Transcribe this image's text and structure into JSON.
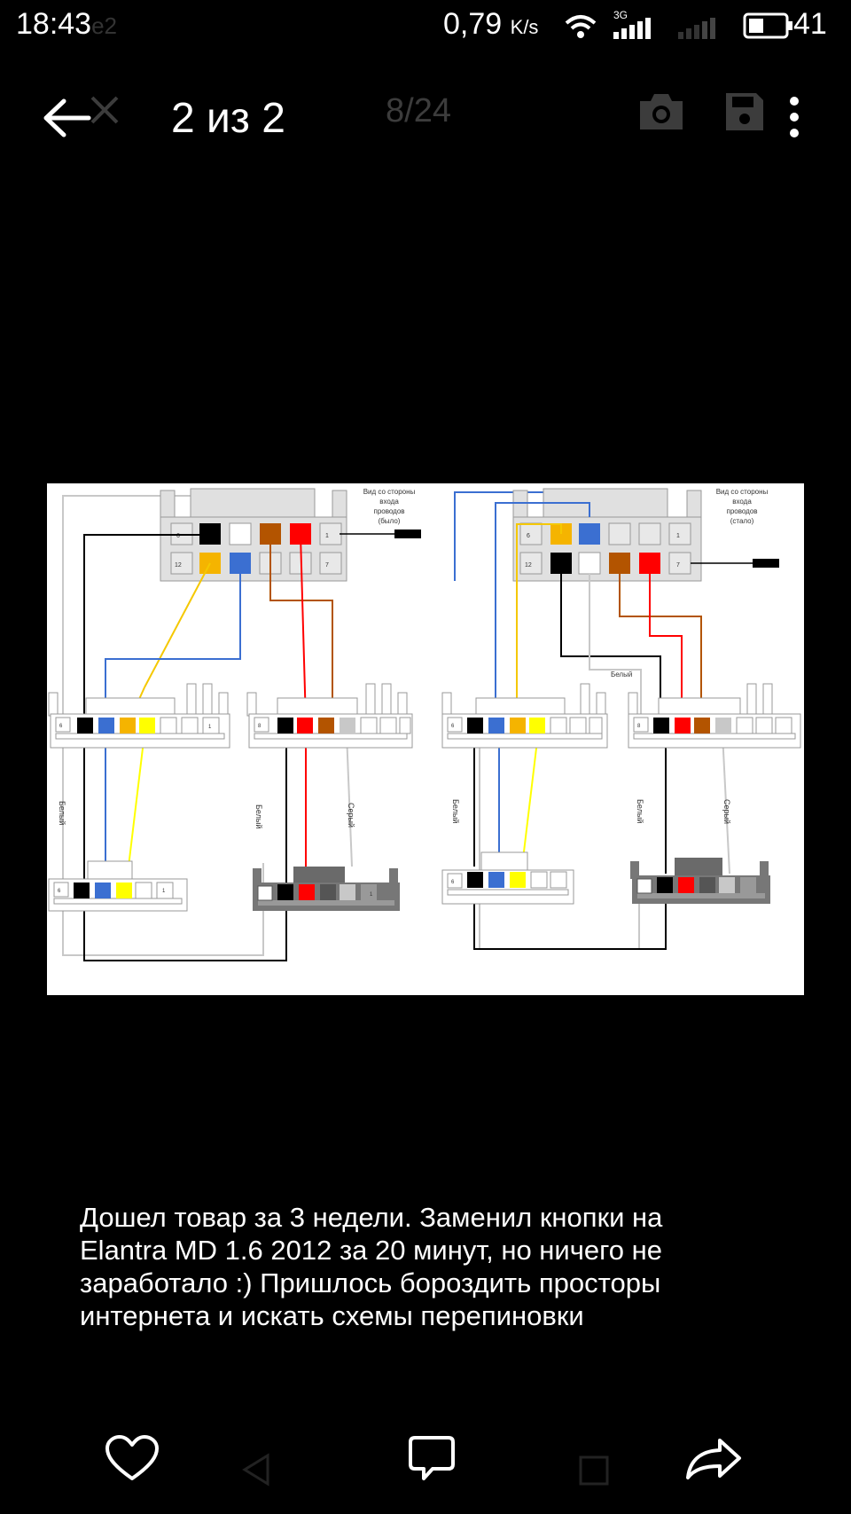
{
  "status_bar": {
    "time": "18:43",
    "ghost_text": "e2",
    "speed": "0,79",
    "speed_unit": "K/s",
    "network": "3G",
    "battery": "41"
  },
  "header": {
    "counter": "2 из 2",
    "page_indicator": "8/24"
  },
  "diagram": {
    "left_note": [
      "Вид со стороны",
      "входа",
      "проводов",
      "(было)"
    ],
    "right_note": [
      "Вид со стороны",
      "входа",
      "проводов",
      "(стало)"
    ],
    "pin_numbers": [
      "6",
      "1",
      "12",
      "7",
      "8"
    ],
    "wire_labels": {
      "white": "Белый",
      "gray": "Серый"
    },
    "colors": {
      "black": "#000000",
      "white": "#ffffff",
      "brown": "#b35400",
      "red": "#ff0000",
      "orange": "#f5b400",
      "blue": "#3b6fd1",
      "yellow": "#ffff00",
      "gray": "#c8c8c8",
      "connector": "#e0e0e0"
    }
  },
  "caption": {
    "lines": [
      "Дошел товар за 3 недели. Заменил кнопки на",
      "Elantra MD 1.6 2012 за 20 минут, но ничего не",
      "заработало :) Пришлось бороздить просторы",
      "интернета и искать схемы перепиновки"
    ]
  },
  "icons": {
    "back": "back-arrow-icon",
    "close": "close-icon",
    "camera": "camera-icon",
    "save": "save-icon",
    "menu": "more-vertical-icon",
    "like": "heart-icon",
    "comment": "comment-icon",
    "share": "share-icon"
  }
}
